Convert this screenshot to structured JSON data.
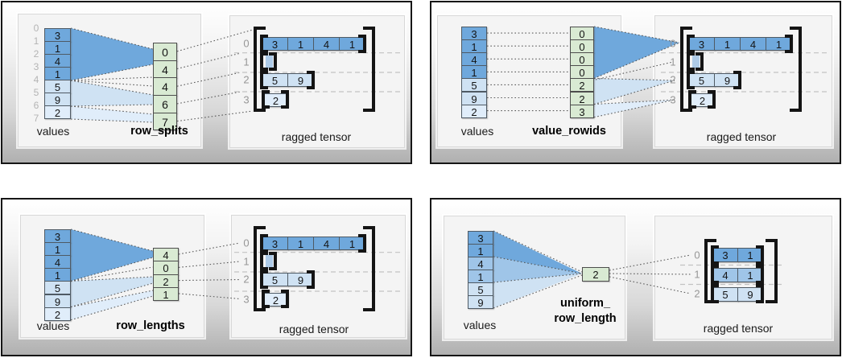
{
  "palette": {
    "blue_dark": "#6fa8dc",
    "blue_medium": "#9fc5e8",
    "blue_light": "#cfe2f3",
    "blue_faint": "#e0edfa",
    "empty_cell_blue": "#aecbe8",
    "green_fill": "#d9ead3",
    "cell_border": "#4f5a64",
    "green_border": "#4d4d4d",
    "index_gray": "#b4b4b4",
    "row_label_gray": "#969696",
    "bracket_black": "#141414",
    "separator_gray": "#c2c2c2",
    "dotted_line": "#4a4a4a"
  },
  "quadrants": [
    {
      "key": "row_splits",
      "values_label": "values",
      "method_label": "row_splits",
      "tensor_label": "ragged tensor",
      "values": [
        "3",
        "1",
        "4",
        "1",
        "5",
        "9",
        "2"
      ],
      "value_shades": [
        "dark",
        "dark",
        "dark",
        "dark",
        "light",
        "light",
        "faint"
      ],
      "value_indices": [
        "0",
        "1",
        "2",
        "3",
        "4",
        "5",
        "6",
        "7"
      ],
      "method_values": [
        "0",
        "4",
        "4",
        "6",
        "7"
      ],
      "tensor_rows": [
        {
          "label": "0",
          "cells": [
            "3",
            "1",
            "4",
            "1"
          ],
          "shade": "dark"
        },
        {
          "label": "1",
          "cells": [],
          "shade": "empty"
        },
        {
          "label": "2",
          "cells": [
            "5",
            "9"
          ],
          "shade": "light"
        },
        {
          "label": "3",
          "cells": [
            "2"
          ],
          "shade": "faint"
        }
      ]
    },
    {
      "key": "value_rowids",
      "values_label": "values",
      "method_label": "value_rowids",
      "tensor_label": "ragged tensor",
      "values": [
        "3",
        "1",
        "4",
        "1",
        "5",
        "9",
        "2"
      ],
      "value_shades": [
        "dark",
        "dark",
        "dark",
        "dark",
        "light",
        "light",
        "faint"
      ],
      "method_values": [
        "0",
        "0",
        "0",
        "0",
        "2",
        "2",
        "3"
      ],
      "tensor_rows": [
        {
          "label": "0",
          "cells": [
            "3",
            "1",
            "4",
            "1"
          ],
          "shade": "dark"
        },
        {
          "label": "1",
          "cells": [],
          "shade": "empty"
        },
        {
          "label": "2",
          "cells": [
            "5",
            "9"
          ],
          "shade": "light"
        },
        {
          "label": "3",
          "cells": [
            "2"
          ],
          "shade": "faint"
        }
      ]
    },
    {
      "key": "row_lengths",
      "values_label": "values",
      "method_label": "row_lengths",
      "tensor_label": "ragged tensor",
      "values": [
        "3",
        "1",
        "4",
        "1",
        "5",
        "9",
        "2"
      ],
      "value_shades": [
        "dark",
        "dark",
        "dark",
        "dark",
        "light",
        "light",
        "faint"
      ],
      "method_values": [
        "4",
        "0",
        "2",
        "1"
      ],
      "tensor_rows": [
        {
          "label": "0",
          "cells": [
            "3",
            "1",
            "4",
            "1"
          ],
          "shade": "dark"
        },
        {
          "label": "1",
          "cells": [],
          "shade": "empty"
        },
        {
          "label": "2",
          "cells": [
            "5",
            "9"
          ],
          "shade": "light"
        },
        {
          "label": "3",
          "cells": [
            "2"
          ],
          "shade": "faint"
        }
      ]
    },
    {
      "key": "uniform_row_length",
      "values_label": "values",
      "method_label_line1": "uniform_",
      "method_label_line2": "row_length",
      "tensor_label": "ragged tensor",
      "values": [
        "3",
        "1",
        "4",
        "1",
        "5",
        "9"
      ],
      "value_shades": [
        "dark",
        "dark",
        "medium",
        "medium",
        "light",
        "light"
      ],
      "method_values": [
        "2"
      ],
      "tensor_rows": [
        {
          "label": "0",
          "cells": [
            "3",
            "1"
          ],
          "shade": "dark"
        },
        {
          "label": "1",
          "cells": [
            "4",
            "1"
          ],
          "shade": "medium"
        },
        {
          "label": "2",
          "cells": [
            "5",
            "9"
          ],
          "shade": "light"
        }
      ]
    }
  ]
}
